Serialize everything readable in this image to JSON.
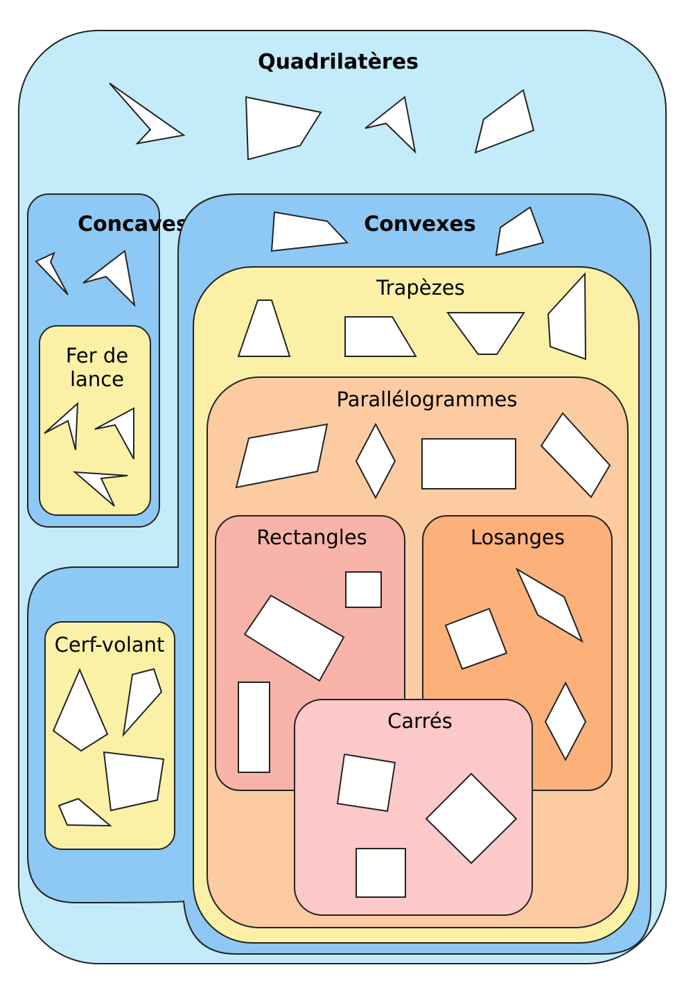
{
  "labels": {
    "quadrilateres": "Quadrilatères",
    "concaves": "Concaves",
    "convexes": "Convexes",
    "fer_de_lance_line1": "Fer de",
    "fer_de_lance_line2": "lance",
    "cerf_volant": "Cerf-volant",
    "trapezes": "Trapèzes",
    "parallelogrammes": "Parallélogrammes",
    "rectangles": "Rectangles",
    "losanges": "Losanges",
    "carres": "Carrés"
  },
  "colors": {
    "quadrilateres": "#c4ebf9",
    "concaves_convexes": "#8ec8f4",
    "trapezes_fer_cerf": "#fbf1a6",
    "parallelogrammes": "#fccba2",
    "rectangles": "#f8b4a8",
    "losanges": "#fcb07a",
    "carres": "#fcc8c8",
    "outline": "#222222",
    "shape_fill": "#ffffff"
  }
}
